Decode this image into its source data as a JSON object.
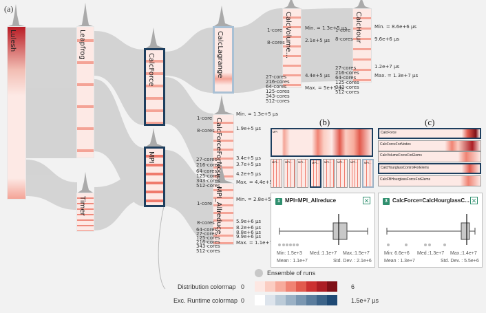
{
  "panels": {
    "a": "(a)",
    "b": "(b)",
    "c": "(c)"
  },
  "nodes": {
    "lulesh": "Lulesh",
    "leapfrog": "Leapfrog",
    "calcforce": "CalcForce",
    "mpi": "MPI",
    "timer": "Timer",
    "calclagrange": "CalcLagrange",
    "calcforcefornodes": "CalcForceForNodes",
    "mpi_allreduce": "MPI_Allreduce",
    "calcvolume": "CalcVolume...",
    "calchour": "CalcHour"
  },
  "annotations": {
    "calcforcefornodes": {
      "rows": [
        {
          "cores": "1-core",
          "value": "Min. = 1.3e+5 µs"
        },
        {
          "cores": "8-cores",
          "value": "1.9e+5 µs"
        },
        {
          "cores": "27-cores",
          "value": "3.4e+5 µs"
        },
        {
          "cores": "216-cores",
          "value": "3.7e+5 µs"
        },
        {
          "cores": "64-cores",
          "value": "4.2e+5 µs"
        },
        {
          "cores": "125-cores",
          "value": ""
        },
        {
          "cores": "343-cores",
          "value": "Max. = 4.4e+5 µs"
        },
        {
          "cores": "512-cores",
          "value": ""
        }
      ]
    },
    "mpi_allreduce": {
      "rows": [
        {
          "cores": "1-core",
          "value": "Min. = 2.8e+5 µs"
        },
        {
          "cores": "8-cores",
          "value": "5.9e+6 µs"
        },
        {
          "cores": "64-cores",
          "value": "8.2e+6 µs"
        },
        {
          "cores": "27-cores",
          "value": "8.8e+6 µs"
        },
        {
          "cores": "125-cores",
          "value": "9.9e+6 µs"
        },
        {
          "cores": "216-cores",
          "value": "Max. = 1.1e+7 µs"
        },
        {
          "cores": "343-cores",
          "value": ""
        },
        {
          "cores": "512-cores",
          "value": ""
        }
      ]
    },
    "calcvolume": {
      "rows": [
        {
          "cores": "1-core",
          "value": "Min. = 1.3e+5 µs"
        },
        {
          "cores": "8-cores",
          "value": "2.1e+5 µs"
        },
        {
          "cores": "27-cores",
          "value": "4.4e+5 µs"
        },
        {
          "cores": "216-cores",
          "value": ""
        },
        {
          "cores": "64-cores",
          "value": ""
        },
        {
          "cores": "125-cores",
          "value": ""
        },
        {
          "cores": "343-cores",
          "value": "Max. = 5e+5 µs"
        },
        {
          "cores": "512-cores",
          "value": ""
        }
      ]
    },
    "calchour": {
      "rows": [
        {
          "cores": "1-core",
          "value": "Min. = 8.6e+6 µs"
        },
        {
          "cores": "8-cores",
          "value": "9.6e+6 µs"
        },
        {
          "cores": "27-cores",
          "value": "1.2e+7 µs"
        },
        {
          "cores": "216-cores",
          "value": ""
        },
        {
          "cores": "64-cores",
          "value": "Max. = 1.3e+7 µs"
        },
        {
          "cores": "125-cores",
          "value": ""
        },
        {
          "cores": "343-cores",
          "value": ""
        },
        {
          "cores": "512-cores",
          "value": ""
        }
      ]
    }
  },
  "panel_b": {
    "main_label": "MPI",
    "thumbs": [
      "MPI...",
      "MPI...",
      "MPI...",
      "MPI...",
      "MPI...",
      "MPI...",
      "MPI...",
      "MPI..."
    ]
  },
  "panel_c": {
    "bars": [
      "CalcForce",
      "CalcForceForNodes",
      "CalcVolumeForceForElems",
      "CalcHourglassControlForElems",
      "CalcFBHourglassForceForElems"
    ]
  },
  "card1": {
    "badge": "1",
    "title": "MPI=MPI_Allreduce",
    "close": "✕",
    "min": "Min: 1.5e+3",
    "med": "Med.:1.1e+7",
    "max": "Max.:1.5e+7",
    "mean": "Mean : 1.1e+7",
    "std": "Std. Dev. : 2.1e+6"
  },
  "card2": {
    "badge": "3",
    "title": "CalcForce=CalcHourglassC...",
    "close": "✕",
    "min": "Min: 6.6e+6",
    "med": "Med.:1.3e+7",
    "max": "Max.:1.4e+7",
    "mean": "Mean : 1.3e+7",
    "std": "Std. Dev. : 5.5e+6"
  },
  "legend": {
    "ensemble": "Ensemble of runs",
    "distribution": {
      "label": "Distribution colormap",
      "min": "0",
      "max": "6",
      "colors": [
        "#fde7e2",
        "#fbcdc2",
        "#f7ab9c",
        "#f08373",
        "#e25a4d",
        "#cc3131",
        "#ac1d24",
        "#7f0f17"
      ]
    },
    "runtime": {
      "label": "Exc. Runtime colormap",
      "min": "0",
      "max": "1.5e+7 µs",
      "colors": [
        "#ffffff",
        "#dde4ec",
        "#bccbd8",
        "#9bb1c5",
        "#7b97b1",
        "#5b7d9d",
        "#3d6489",
        "#1f4a75"
      ]
    }
  },
  "colors": {
    "highlight": "#1d3e5e",
    "accent": "#2f8f6e",
    "flow": "#c8c8c8",
    "heat": "#e2473f"
  }
}
